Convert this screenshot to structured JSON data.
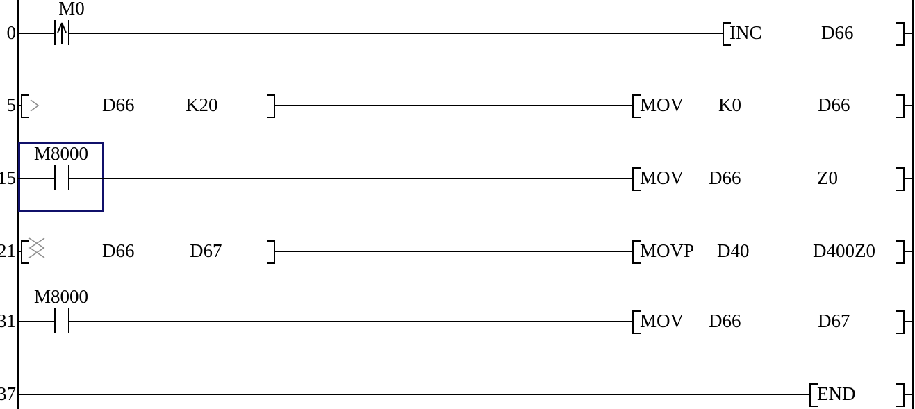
{
  "editor": {
    "view": "plc-ladder-diagram",
    "background": "#ffffff"
  },
  "colors": {
    "wire": "#000000",
    "text": "#000000",
    "selection_cursor": "#10106a",
    "comparison_symbol": "#8f8f8f"
  },
  "rungs": [
    {
      "step": "0",
      "contact": {
        "label": "M0",
        "type": "rising-edge-pulse-contact"
      },
      "instruction": {
        "opcode": "INC",
        "operands": [
          "D66"
        ]
      }
    },
    {
      "step": "5",
      "comparison": {
        "symbol": ">",
        "operands": [
          "D66",
          "K20"
        ]
      },
      "instruction": {
        "opcode": "MOV",
        "operands": [
          "K0",
          "D66"
        ]
      }
    },
    {
      "step": "15",
      "contact": {
        "label": "M8000",
        "type": "normally-open-contact",
        "selected": true
      },
      "instruction": {
        "opcode": "MOV",
        "operands": [
          "D66",
          "Z0"
        ]
      }
    },
    {
      "step": "21",
      "comparison": {
        "symbol": "<>",
        "operands": [
          "D66",
          "D67"
        ]
      },
      "instruction": {
        "opcode": "MOVP",
        "operands": [
          "D40",
          "D400Z0"
        ]
      }
    },
    {
      "step": "31",
      "contact": {
        "label": "M8000",
        "type": "normally-open-contact"
      },
      "instruction": {
        "opcode": "MOV",
        "operands": [
          "D66",
          "D67"
        ]
      }
    },
    {
      "step": "37",
      "instruction": {
        "opcode": "END",
        "operands": []
      }
    }
  ]
}
